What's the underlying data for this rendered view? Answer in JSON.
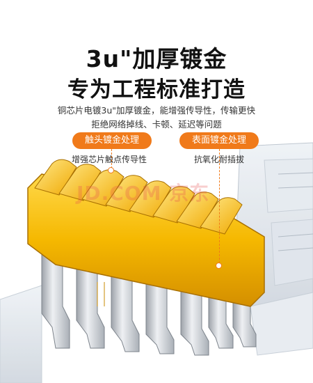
{
  "headline": {
    "line1": "3u\"加厚镀金",
    "line2": "专为工程标准打造"
  },
  "description": {
    "line1": "铜芯片电镀3u\"加厚镀金，能增强传导性，传输更快",
    "line2": "拒绝网络掉线、卡顿、延迟等问题"
  },
  "features": [
    {
      "label": "触头镀金处理",
      "detail": "增强芯片触点传导性"
    },
    {
      "label": "表面镀金处理",
      "detail": "抗氧化耐插拔"
    }
  ],
  "watermark": "JD.COM 京东",
  "colors": {
    "accent": "#f07a1a",
    "gold": "#f5b800",
    "silver": "#c9ccd1"
  }
}
